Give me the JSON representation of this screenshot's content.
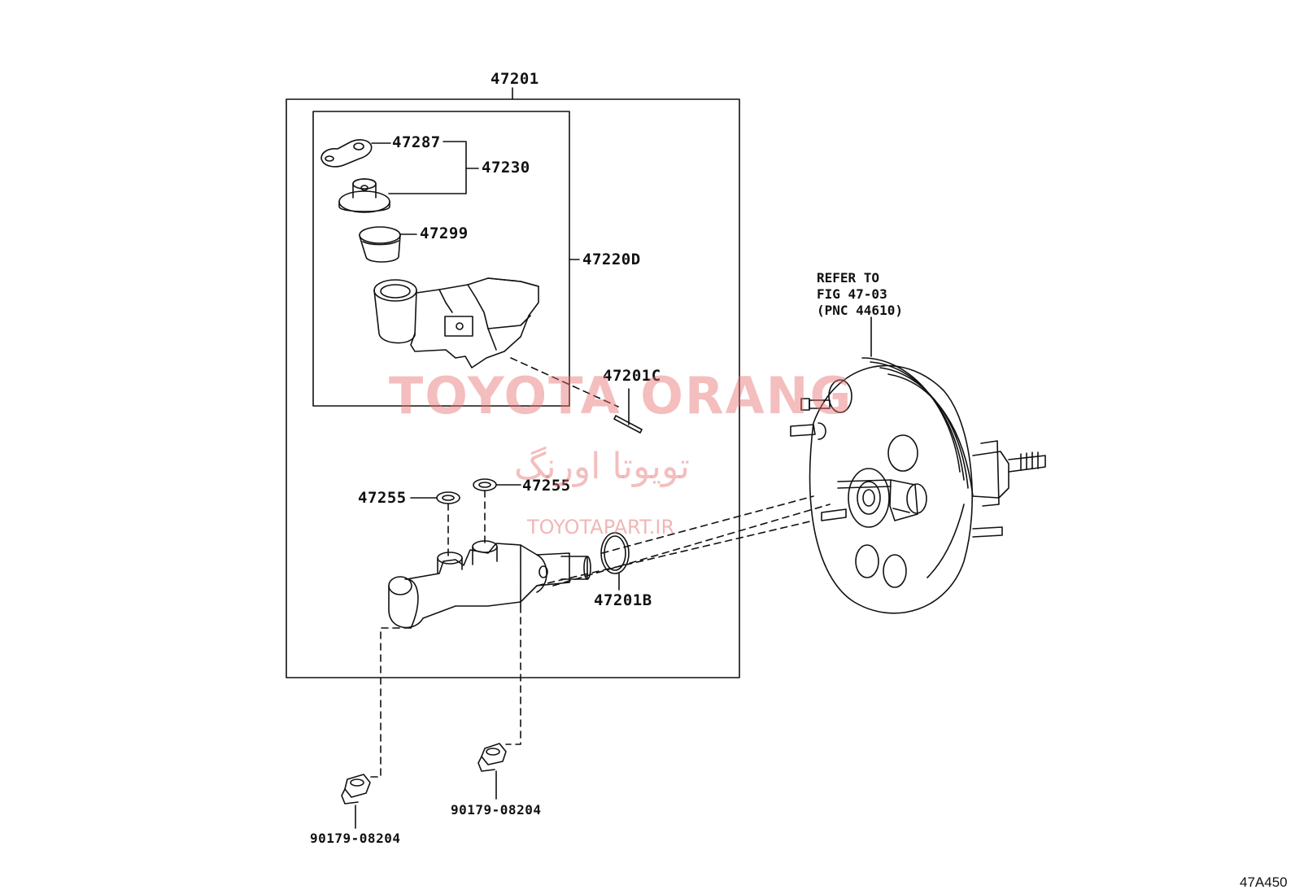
{
  "diagram": {
    "labels": {
      "assembly": "47201",
      "gasket": "47287",
      "cap_assembly": "47230",
      "strainer": "47299",
      "reservoir_sub": "47220D",
      "pin": "47201C",
      "grommet_left": "47255",
      "grommet_right": "47255",
      "o_ring": "47201B",
      "union_bolt_left": "90179-08204",
      "union_bolt_right": "90179-08204"
    },
    "reference_note": "REFER TO\nFIG 47-03\n(PNC 44610)",
    "figure_code": "47A450"
  },
  "watermark": {
    "brand": "TOYOTA ORANG",
    "brand_fa": "تویوتا اورنگ",
    "site": "TOYOTAPART.IR"
  }
}
